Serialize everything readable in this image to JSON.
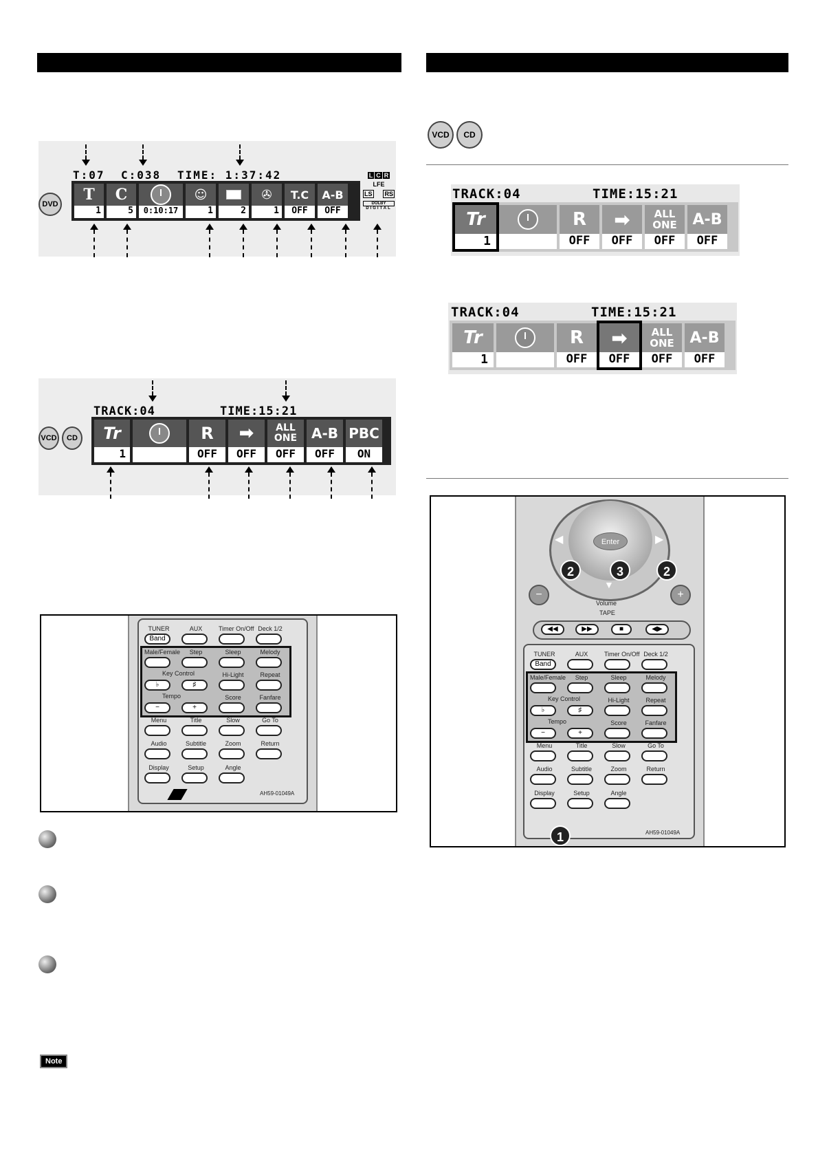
{
  "dvd_display": {
    "badge": "DVD",
    "header": {
      "title_num": "T:07",
      "chapter": "C:038",
      "time": "TIME: 1:37:42"
    },
    "cells": [
      {
        "icon": "T",
        "value": "1"
      },
      {
        "icon": "C",
        "value": "5"
      },
      {
        "icon": "clock",
        "value": "0:10:17"
      },
      {
        "icon": "audio",
        "value": "1"
      },
      {
        "icon": "subtitle",
        "value": "2"
      },
      {
        "icon": "angle",
        "value": "1"
      },
      {
        "icon": "T.C",
        "value": "OFF"
      },
      {
        "icon": "A-B",
        "value": "OFF"
      }
    ],
    "speakers": {
      "row1": [
        "L",
        "C",
        "R"
      ],
      "lfe": "LFE",
      "ls": "LS",
      "rs": "RS",
      "dolby": "DOLBY",
      "digital": "DIGITAL"
    }
  },
  "vcd_display": {
    "badges": [
      "VCD",
      "CD"
    ],
    "header": {
      "track": "TRACK:04",
      "time": "TIME:15:21"
    },
    "cells": [
      {
        "icon": "Tr",
        "value": "1"
      },
      {
        "icon": "clock",
        "value": ""
      },
      {
        "icon": "R",
        "value": "OFF"
      },
      {
        "icon": "arrow",
        "value": "OFF"
      },
      {
        "icon": "ALL ONE",
        "value": "OFF"
      },
      {
        "icon": "A-B",
        "value": "OFF"
      },
      {
        "icon": "PBC",
        "value": "ON"
      }
    ]
  },
  "right_badges": [
    "VCD",
    "CD"
  ],
  "right_display_1": {
    "header": {
      "track": "TRACK:04",
      "time": "TIME:15:21"
    },
    "cells": [
      {
        "icon": "Tr",
        "value": "1"
      },
      {
        "icon": "clock",
        "value": ""
      },
      {
        "icon": "R",
        "value": "OFF"
      },
      {
        "icon": "arrow",
        "value": "OFF"
      },
      {
        "icon": "ALL ONE",
        "value": "OFF"
      },
      {
        "icon": "A-B",
        "value": "OFF"
      }
    ]
  },
  "right_display_2": {
    "header": {
      "track": "TRACK:04",
      "time": "TIME:15:21"
    },
    "cells": [
      {
        "icon": "Tr",
        "value": "1"
      },
      {
        "icon": "clock",
        "value": ""
      },
      {
        "icon": "R",
        "value": "OFF"
      },
      {
        "icon": "arrow",
        "value": "OFF"
      },
      {
        "icon": "ALL ONE",
        "value": "OFF"
      },
      {
        "icon": "A-B",
        "value": "OFF"
      }
    ]
  },
  "remote_left": {
    "labels": {
      "tuner": "TUNER",
      "band": "Band",
      "aux": "AUX",
      "timer": "Timer On/Off",
      "deck": "Deck 1/2",
      "male_female": "Male/Female",
      "step": "Step",
      "sleep": "Sleep",
      "melody": "Melody",
      "key_control": "Key Control",
      "flat": "♭",
      "sharp": "♯",
      "hi_light": "Hi-Light",
      "repeat": "Repeat",
      "tempo": "Tempo",
      "minus": "−",
      "plus": "+",
      "score": "Score",
      "fanfare": "Fanfare",
      "menu": "Menu",
      "title": "Title",
      "slow": "Slow",
      "goto": "Go To",
      "audio": "Audio",
      "subtitle": "Subtitle",
      "zoom": "Zoom",
      "return": "Return",
      "display": "Display",
      "setup": "Setup",
      "angle": "Angle",
      "model": "AH59-01049A"
    }
  },
  "remote_right": {
    "enter": "Enter",
    "volume": "Volume",
    "tape": "TAPE",
    "callouts": [
      "2",
      "3",
      "2",
      "1"
    ],
    "labels": {
      "tuner": "TUNER",
      "band": "Band",
      "aux": "AUX",
      "timer": "Timer On/Off",
      "deck": "Deck 1/2",
      "male_female": "Male/Female",
      "step": "Step",
      "sleep": "Sleep",
      "melody": "Melody",
      "key_control": "Key Control",
      "flat": "♭",
      "sharp": "♯",
      "hi_light": "Hi-Light",
      "repeat": "Repeat",
      "tempo": "Tempo",
      "minus": "−",
      "plus": "+",
      "score": "Score",
      "fanfare": "Fanfare",
      "menu": "Menu",
      "title": "Title",
      "slow": "Slow",
      "goto": "Go To",
      "audio": "Audio",
      "subtitle": "Subtitle",
      "zoom": "Zoom",
      "return": "Return",
      "display": "Display",
      "setup": "Setup",
      "angle": "Angle",
      "model": "AH59-01049A"
    }
  },
  "note_label": "Note",
  "colors": {
    "bar": "#000000",
    "panel": "#ededed",
    "icon_bg": "#555555"
  }
}
